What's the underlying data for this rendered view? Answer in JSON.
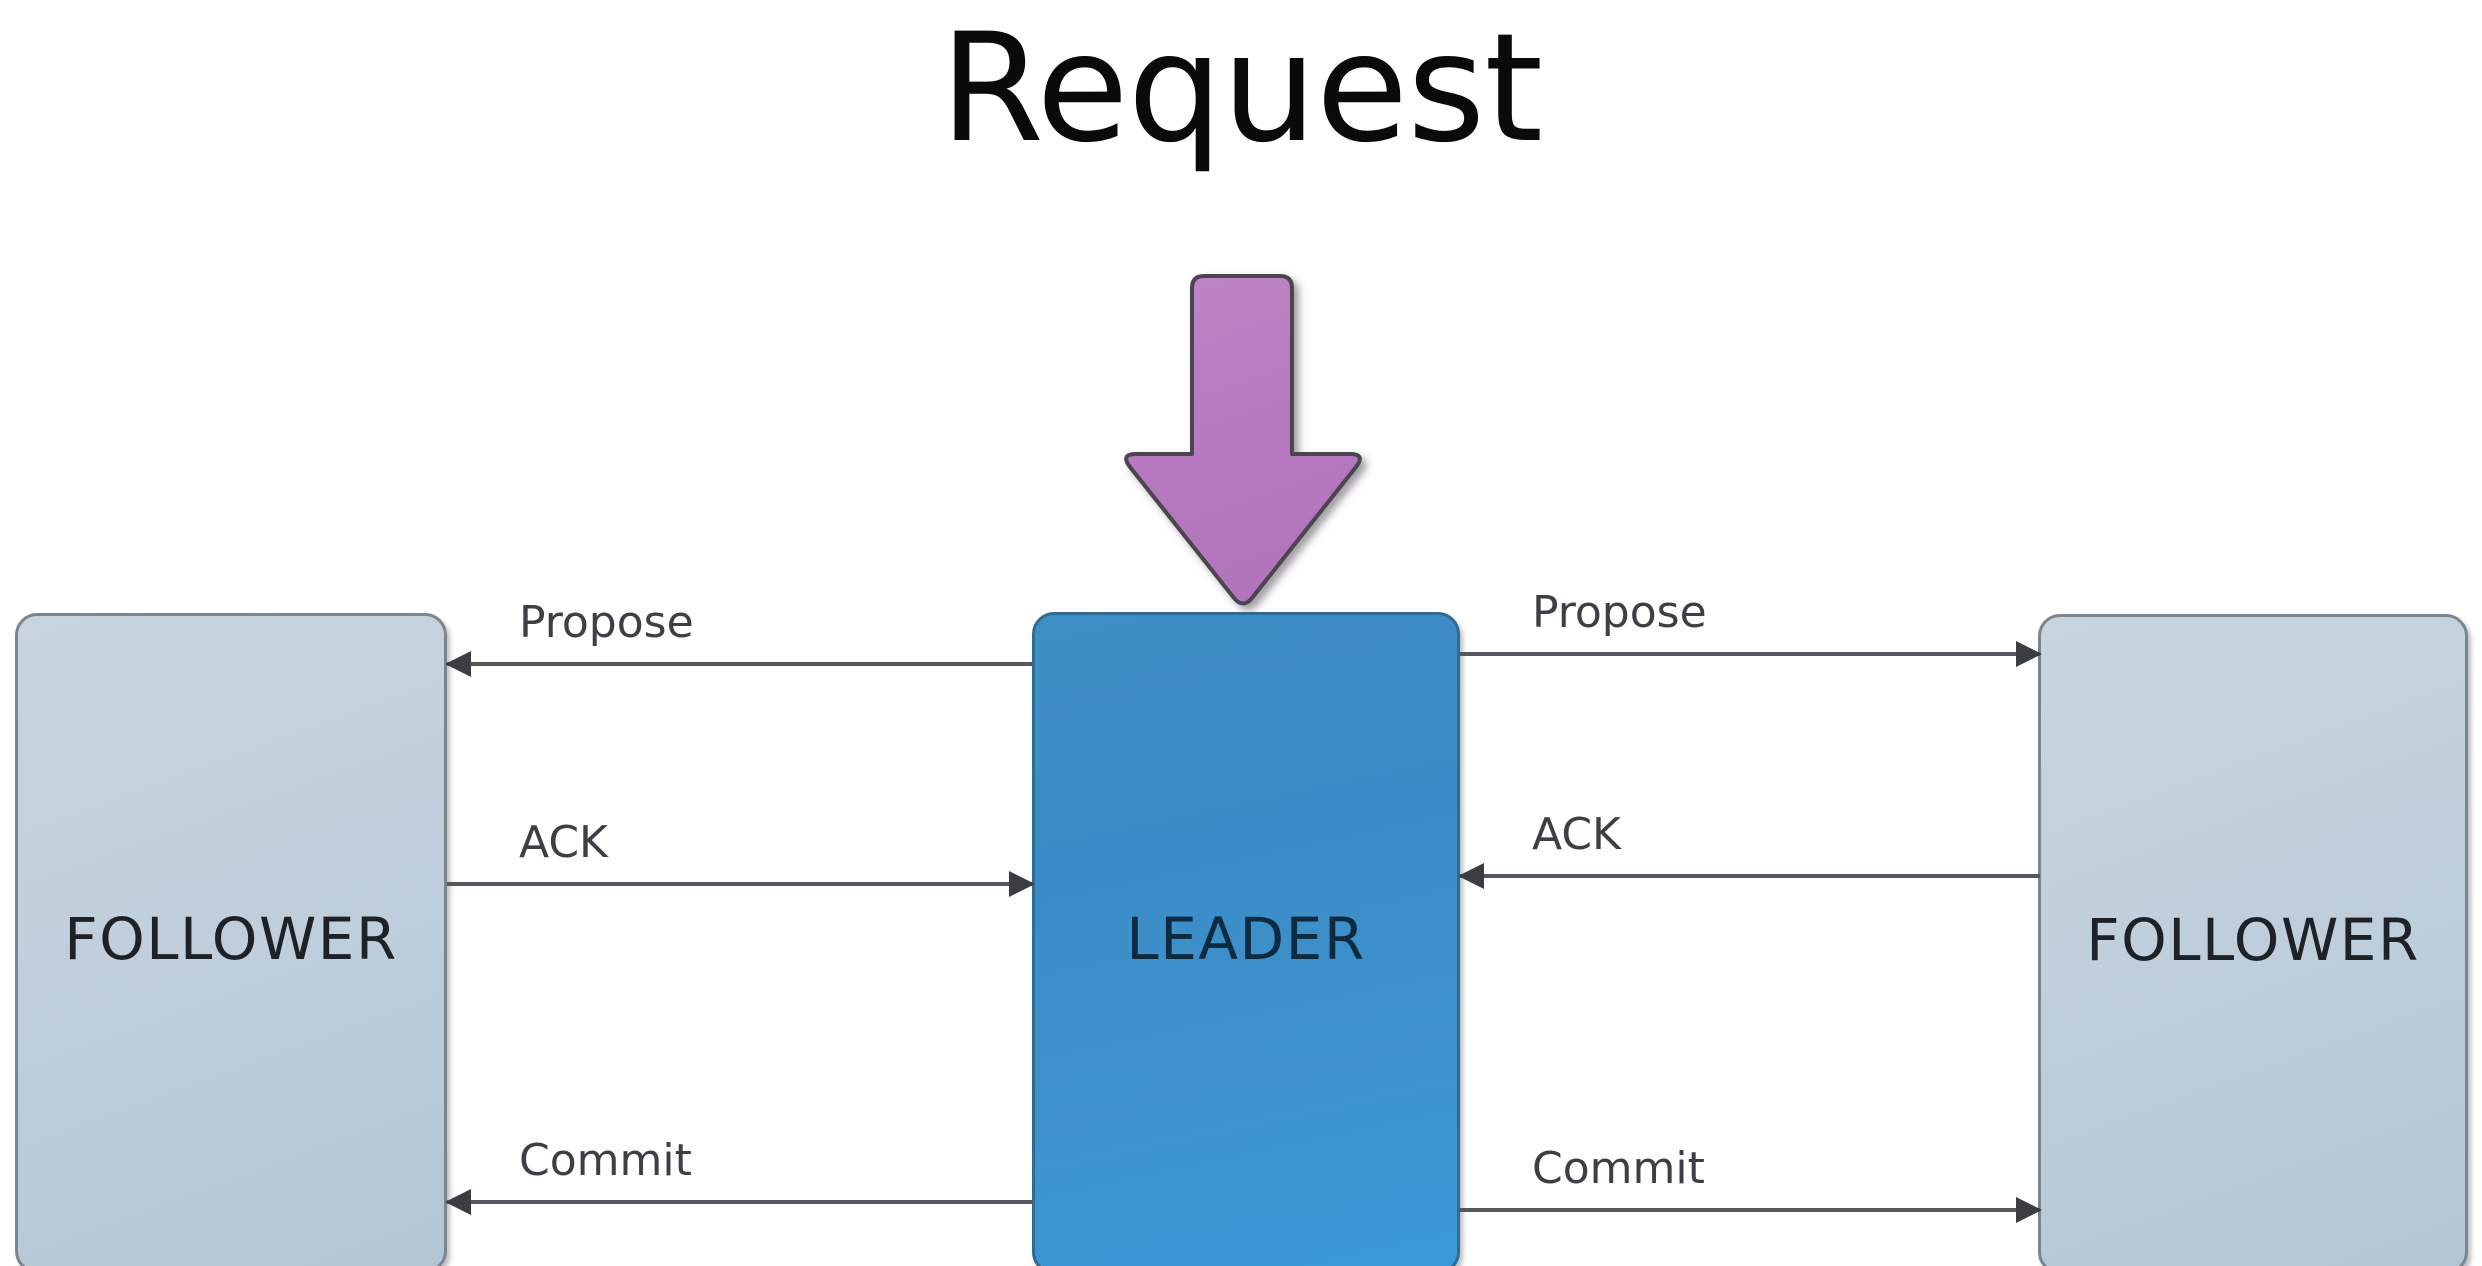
{
  "title": "Request",
  "colors": {
    "leader_fill": "#3d90c9",
    "follower_fill": "#bdcdd9",
    "request_arrow_fill": "#b878bf",
    "arrow_line": "#55585c",
    "text": "#3c4045",
    "background": "#ffffff"
  },
  "nodes": {
    "follower_left": {
      "label": "FOLLOWER",
      "role": "follower"
    },
    "leader": {
      "label": "LEADER",
      "role": "leader"
    },
    "follower_right": {
      "label": "FOLLOWER",
      "role": "follower"
    }
  },
  "request_arrow": {
    "icon": "down-arrow-icon",
    "target": "LEADER",
    "direction": "down"
  },
  "messages": {
    "left": [
      {
        "label": "Propose",
        "direction": "leader-to-follower",
        "arrow": "left"
      },
      {
        "label": "ACK",
        "direction": "follower-to-leader",
        "arrow": "right"
      },
      {
        "label": "Commit",
        "direction": "leader-to-follower",
        "arrow": "left"
      }
    ],
    "right": [
      {
        "label": "Propose",
        "direction": "leader-to-follower",
        "arrow": "right"
      },
      {
        "label": "ACK",
        "direction": "follower-to-leader",
        "arrow": "left"
      },
      {
        "label": "Commit",
        "direction": "leader-to-follower",
        "arrow": "right"
      }
    ]
  }
}
